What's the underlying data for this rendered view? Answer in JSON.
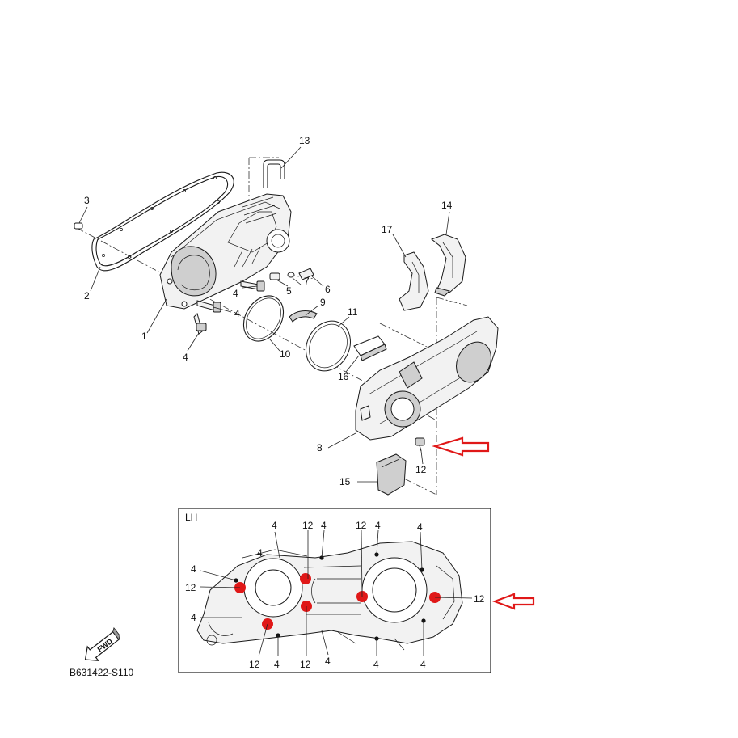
{
  "callouts_top": [
    {
      "id": "c1",
      "text": "1"
    },
    {
      "id": "c2",
      "text": "2"
    },
    {
      "id": "c3",
      "text": "3"
    },
    {
      "id": "c4a",
      "text": "4"
    },
    {
      "id": "c4b",
      "text": "4"
    },
    {
      "id": "c4c",
      "text": "4"
    },
    {
      "id": "c5",
      "text": "5"
    },
    {
      "id": "c6",
      "text": "6"
    },
    {
      "id": "c7",
      "text": "7"
    },
    {
      "id": "c8",
      "text": "8"
    },
    {
      "id": "c9",
      "text": "9"
    },
    {
      "id": "c10",
      "text": "10"
    },
    {
      "id": "c11",
      "text": "11"
    },
    {
      "id": "c12",
      "text": "12"
    },
    {
      "id": "c13",
      "text": "13"
    },
    {
      "id": "c14",
      "text": "14"
    },
    {
      "id": "c15",
      "text": "15"
    },
    {
      "id": "c16",
      "text": "16"
    },
    {
      "id": "c17",
      "text": "17"
    }
  ],
  "inset": {
    "title": "LH",
    "callouts": [
      {
        "id": "i4a",
        "text": "4"
      },
      {
        "id": "i12a",
        "text": "12"
      },
      {
        "id": "i4b",
        "text": "4"
      },
      {
        "id": "i12b",
        "text": "12"
      },
      {
        "id": "i4c",
        "text": "4"
      },
      {
        "id": "i4d",
        "text": "4"
      },
      {
        "id": "i12c",
        "text": "12"
      },
      {
        "id": "i4e",
        "text": "4"
      },
      {
        "id": "i4f",
        "text": "4"
      },
      {
        "id": "i12d",
        "text": "12"
      },
      {
        "id": "i4g",
        "text": "4"
      },
      {
        "id": "i12e",
        "text": "12"
      },
      {
        "id": "i4h",
        "text": "4"
      },
      {
        "id": "i12f",
        "text": "12"
      },
      {
        "id": "i4i",
        "text": "4"
      },
      {
        "id": "i4j",
        "text": "4"
      },
      {
        "id": "i4k",
        "text": "4"
      }
    ]
  },
  "fwd_label": "FWD",
  "diagram_code": "B631422-S110",
  "colors": {
    "highlight": "#e01818",
    "ink": "#1a1a1a"
  }
}
